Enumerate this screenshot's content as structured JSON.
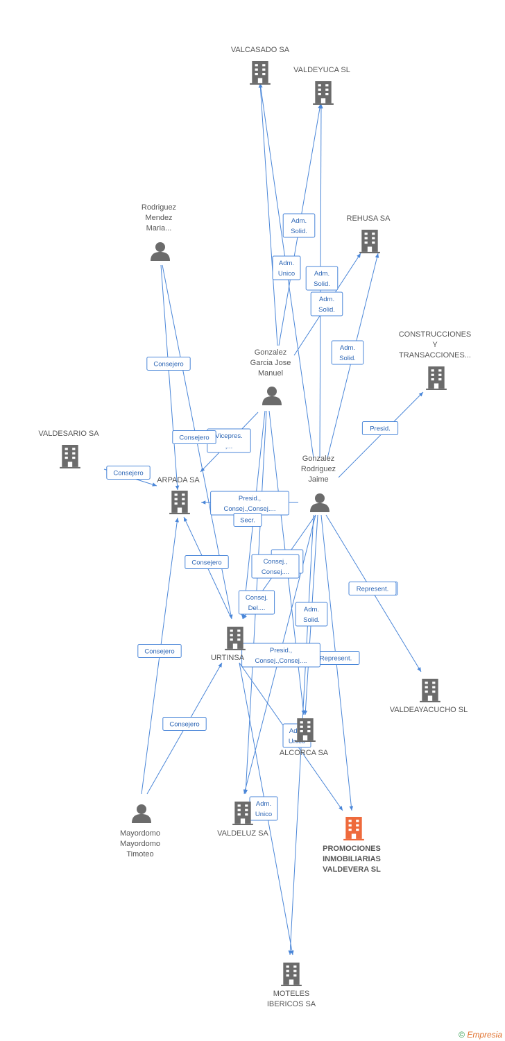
{
  "colors": {
    "edge": "#4a86d8",
    "node": "#6b6b6b",
    "highlight": "#ee6a3c",
    "label": "#555555"
  },
  "nodes": [
    {
      "id": "valcasado",
      "type": "company",
      "lines": [
        "VALCASADO SA"
      ]
    },
    {
      "id": "valdeyuca",
      "type": "company",
      "lines": [
        "VALDEYUCA SL"
      ]
    },
    {
      "id": "rehusa",
      "type": "company",
      "lines": [
        "REHUSA SA"
      ]
    },
    {
      "id": "construcciones",
      "type": "company",
      "lines": [
        "CONSTRUCCIONES",
        "Y",
        "TRANSACCIONES..."
      ]
    },
    {
      "id": "rodriguez",
      "type": "person",
      "lines": [
        "Rodriguez",
        "Mendez",
        "Maria..."
      ]
    },
    {
      "id": "gonzalez_manuel",
      "type": "person",
      "lines": [
        "Gonzalez",
        "Garcia Jose",
        "Manuel"
      ]
    },
    {
      "id": "valdesario",
      "type": "company",
      "lines": [
        "VALDESARIO SA"
      ]
    },
    {
      "id": "arpada",
      "type": "company",
      "lines": [
        "ARPADA SA"
      ]
    },
    {
      "id": "gonzalez_jaime",
      "type": "person",
      "lines": [
        "Gonzalez",
        "Rodriguez",
        "Jaime"
      ]
    },
    {
      "id": "urtinsa",
      "type": "company",
      "lines": [
        "URTINSA"
      ]
    },
    {
      "id": "valdeayacucho",
      "type": "company",
      "lines": [
        "VALDEAYACUCHO SL"
      ]
    },
    {
      "id": "alcorca",
      "type": "company",
      "lines": [
        "ALCORCA SA"
      ]
    },
    {
      "id": "mayordomo",
      "type": "person",
      "lines": [
        "Mayordomo",
        "Mayordomo",
        "Timoteo"
      ]
    },
    {
      "id": "valdeluz",
      "type": "company",
      "lines": [
        "VALDELUZ SA"
      ]
    },
    {
      "id": "promociones",
      "type": "company",
      "main": true,
      "lines": [
        "PROMOCIONES",
        "INMOBILIARIAS",
        "VALDEVERA SL"
      ]
    },
    {
      "id": "moteles",
      "type": "company",
      "lines": [
        "MOTELES",
        "IBERICOS SA"
      ]
    }
  ],
  "edges": [
    {
      "from": "gonzalez_manuel",
      "to": "valcasado",
      "labels": []
    },
    {
      "from": "gonzalez_manuel",
      "to": "valdeyuca",
      "labels": [
        "Adm.",
        "Solid."
      ]
    },
    {
      "from": "gonzalez_jaime",
      "to": "valcasado",
      "labels": [
        "Adm.",
        "Unico"
      ]
    },
    {
      "from": "gonzalez_jaime",
      "to": "valdeyuca",
      "labels": [
        "Adm.",
        "Solid."
      ]
    },
    {
      "from": "gonzalez_manuel",
      "to": "rehusa",
      "labels": [
        "Adm.",
        "Solid."
      ]
    },
    {
      "from": "gonzalez_jaime",
      "to": "rehusa",
      "labels": [
        "Adm.",
        "Solid."
      ]
    },
    {
      "from": "gonzalez_jaime",
      "to": "construcciones",
      "labels": [
        "Presid."
      ]
    },
    {
      "from": "rodriguez",
      "to": "arpada",
      "labels": [
        "Consejero"
      ]
    },
    {
      "from": "rodriguez",
      "to": "urtinsa",
      "labels": []
    },
    {
      "from": "gonzalez_manuel",
      "to": "arpada",
      "labels": [
        "Vicepres.",
        ",..."
      ]
    },
    {
      "from": "valdesario",
      "to": "arpada",
      "labels": [
        "Consejero"
      ]
    },
    {
      "from": "gonzalez_jaime",
      "to": "arpada",
      "labels": [
        "Presid.,",
        "Consej.,Consej...."
      ]
    },
    {
      "from": "gonzalez_manuel",
      "to": "urtinsa",
      "labels": [
        "Consej.",
        "Del...."
      ]
    },
    {
      "from": "gonzalez_jaime",
      "to": "urtinsa",
      "labels": [
        "Adm.",
        "Solid."
      ]
    },
    {
      "from": "gonzalez_manuel",
      "to": "alcorca",
      "labels": []
    },
    {
      "from": "gonzalez_jaime",
      "to": "alcorca",
      "labels": [
        "Adm.",
        "Solid."
      ]
    },
    {
      "from": "gonzalez_jaime",
      "to": "valdeayacucho",
      "labels": [
        "Represent."
      ]
    },
    {
      "from": "gonzalez_jaime",
      "to": "promociones",
      "labels": [
        "Represent."
      ]
    },
    {
      "from": "urtinsa",
      "to": "arpada",
      "labels": [
        "Consejero"
      ]
    },
    {
      "from": "mayordomo",
      "to": "arpada",
      "labels": [
        "Consejero"
      ]
    },
    {
      "from": "mayordomo",
      "to": "urtinsa",
      "labels": [
        "Consejero"
      ]
    },
    {
      "from": "urtinsa",
      "to": "promociones",
      "labels": [
        "Presid.,",
        "Consej.,Consej...."
      ]
    },
    {
      "from": "gonzalez_jaime",
      "to": "valdeluz",
      "labels": []
    },
    {
      "from": "gonzalez_manuel",
      "to": "valdeluz",
      "labels": []
    },
    {
      "from": "gonzalez_jaime",
      "to": "moteles",
      "labels": [
        "Adm.",
        "Unico"
      ]
    },
    {
      "from": "urtinsa",
      "to": "moteles",
      "labels": [
        "Adm.",
        "Unico"
      ]
    }
  ],
  "extra_labels": [
    {
      "labels": [
        "Consejero"
      ]
    },
    {
      "labels": [
        "Secr."
      ]
    },
    {
      "labels": [
        "Consej.,",
        "Consej...."
      ]
    },
    {
      "labels": [
        "Represent."
      ]
    }
  ],
  "footer": {
    "copyright": "©",
    "brand": "Empresia"
  }
}
